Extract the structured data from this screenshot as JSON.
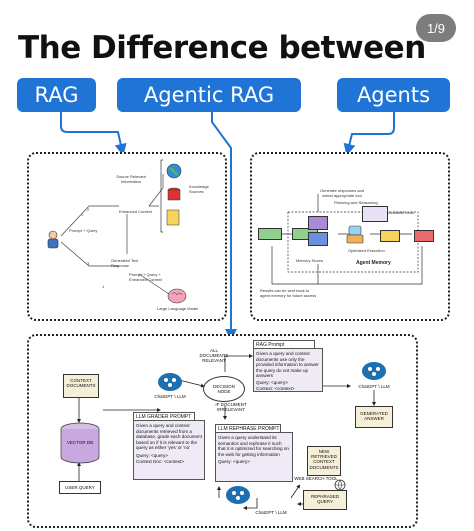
{
  "page": {
    "counter": "1/9",
    "title": "The Difference between"
  },
  "tabs": {
    "rag": "RAG",
    "agentic_rag": "Agentic RAG",
    "agents": "Agents"
  },
  "rag_panel": {
    "relevant_info": "Source Relevant Information",
    "knowledge_sources": "Knowledge Sources",
    "query": "Prompt + Query",
    "enhanced_context": "Enhanced Context",
    "generated_response": "Generated Text Response",
    "prompt_query_context": "Prompt + Query + Enhanced Context",
    "llm": "Large Language Model",
    "step1": "1",
    "step2": "2",
    "step3": "3",
    "step4": "4"
  },
  "agents_panel": {
    "top_note": "Generate responses and select appropriate tool",
    "planning": "Planning and Reasoning",
    "available_tools": "Available tools",
    "tool_output": "Optimized Execution",
    "agent_memory": "Agent Memory",
    "memory_store": "Memory Stores",
    "bottom_note": "Results can be sent back to agent memory for future access"
  },
  "agentic_panel": {
    "all_docs_relevant": "ALL DOCUMENTS RELEVANT",
    "decision_node": "DECISION NODE",
    "not_relevant": "IF DOCUMENT IRRELEVANT",
    "rag_prompt_title": "RAG Prompt",
    "rag_prompt_text": "Given a query and context documents use only the provided information to answer the query do not make up answers",
    "rag_prompt_query": "Query: <query>",
    "rag_prompt_context": "Context: <context>",
    "chatgpt_llm": "ChatGPT \\ LLM",
    "generated_answer": "GENERATED ANSWER",
    "context_documents": "CONTEXT DOCUMENTS",
    "grader_title": "LLM GRADER PROMPT",
    "grader_text": "Given a query and context documents retrieved from a database, grade each document based on if it is relevant to the query as either 'yes' or 'no'",
    "grader_query": "Query: <query>",
    "grader_doc": "Context Doc: <context>",
    "rephrase_title": "LLM REPHRASE PROMPT",
    "rephrase_text": "Given a query understand its semantics and rephrase it such that it is optimized for searching on the web for getting information",
    "rephrase_query": "Query: <query>",
    "vector_db": "VECTOR DB",
    "user_query": "USER QUERY",
    "new_docs": "NEW RETRIEVED CONTEXT DOCUMENTS",
    "web_search": "WEB SEARCH TOOL",
    "rephrased_query": "REPHRASED QUERY"
  },
  "colors": {
    "accent": "#1f74d6",
    "prompt_bg": "#efeaf6",
    "doc_bg": "#f6efd7",
    "db": "#c9a8e0",
    "llm": "#1e6fb0"
  }
}
